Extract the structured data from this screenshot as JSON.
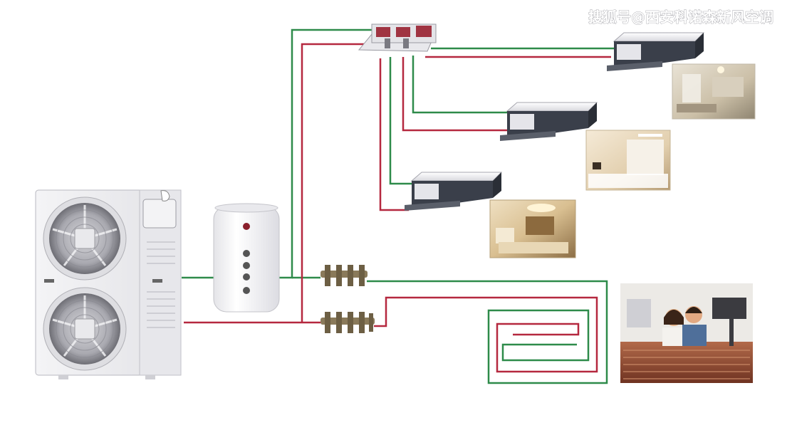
{
  "watermark": {
    "text": "搜狐号@西安科诺森新风空调"
  },
  "colors": {
    "supply_pipe": "#2e8b4a",
    "return_pipe": "#b5283f",
    "unit_body": "#eeeef0",
    "unit_trim": "#c9c9cf",
    "fan_coil_casing": "#3a3f4a",
    "tank_body": "#f7f7f9",
    "manifold_brass": "#8a7a5a"
  },
  "components": {
    "outdoor_unit": {
      "icon": "heat-pump-outdoor-unit-icon"
    },
    "water_tank": {
      "icon": "hot-water-tank-icon"
    },
    "fan_coil_distributor": {
      "icon": "distributor-valve-icon"
    },
    "fan_coils": [
      {
        "icon": "ceiling-fan-coil-icon"
      },
      {
        "icon": "ceiling-fan-coil-icon"
      },
      {
        "icon": "ceiling-fan-coil-icon"
      }
    ],
    "floor_manifold": {
      "icon": "floor-heating-manifold-icon"
    },
    "floor_loop": {
      "icon": "floor-heating-coil-icon"
    },
    "photos": [
      {
        "icon": "living-room-photo"
      },
      {
        "icon": "bedroom-photo"
      },
      {
        "icon": "lounge-photo"
      },
      {
        "icon": "family-floor-heating-photo"
      }
    ]
  }
}
